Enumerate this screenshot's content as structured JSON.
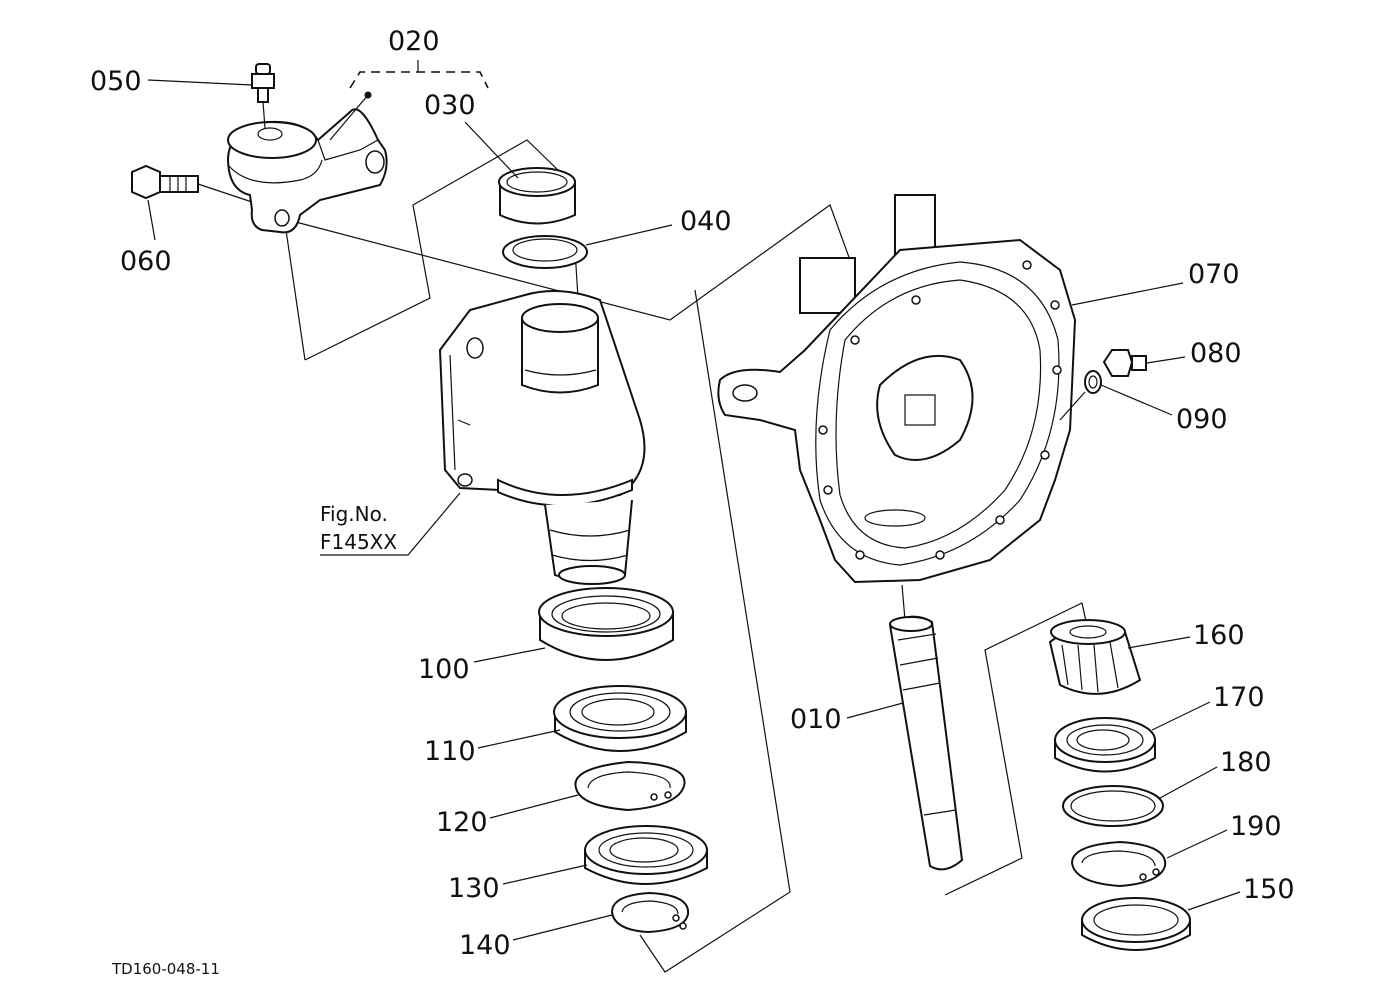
{
  "diagram_code": "TD160-048-11",
  "figure_ref": {
    "line1": "Fig.No.",
    "line2": "F145XX"
  },
  "callouts": {
    "p010": "010",
    "p020": "020",
    "p030": "030",
    "p040": "040",
    "p050": "050",
    "p060": "060",
    "p070": "070",
    "p080": "080",
    "p090": "090",
    "p100": "100",
    "p110": "110",
    "p120": "120",
    "p130": "130",
    "p140": "140",
    "p150": "150",
    "p160": "160",
    "p170": "170",
    "p180": "180",
    "p190": "190"
  }
}
